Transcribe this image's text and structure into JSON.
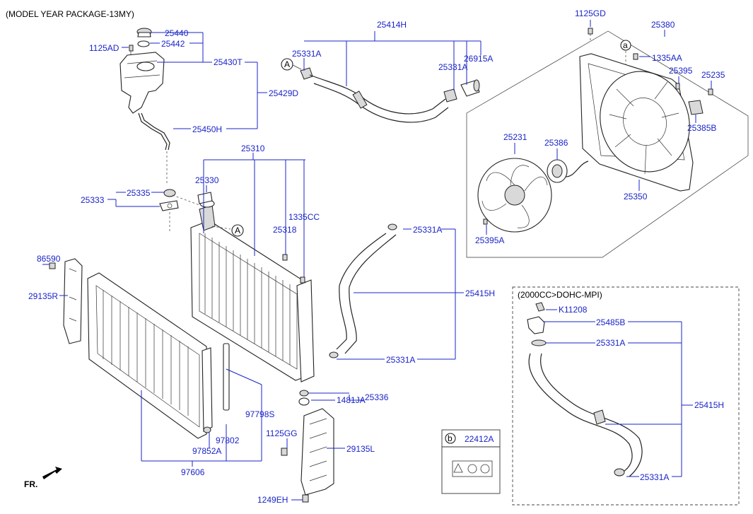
{
  "header": {
    "package_note": "(MODEL YEAR PACKAGE-13MY)",
    "engine_note": "(2000CC>DOHC-MPI)",
    "front_marker": "FR."
  },
  "labels": {
    "l25440": "25440",
    "l25442": "25442",
    "l1125AD": "1125AD",
    "l25430T": "25430T",
    "l25429D": "25429D",
    "l25450H": "25450H",
    "l25414H": "25414H",
    "l25331A_1": "25331A",
    "l26915A": "26915A",
    "l25331A_2": "25331A",
    "l1125GD": "1125GD",
    "l25380": "25380",
    "l1335AA": "1335AA",
    "l25395": "25395",
    "l25235": "25235",
    "l25385B": "25385B",
    "l25231": "25231",
    "l25386": "25386",
    "l25350": "25350",
    "l25395A": "25395A",
    "l25310": "25310",
    "l25330": "25330",
    "l25333": "25333",
    "l25335": "25335",
    "l1335CC": "1335CC",
    "l25318": "25318",
    "l25331A_3": "25331A",
    "l25415H_1": "25415H",
    "l25331A_4": "25331A",
    "l86590": "86590",
    "l29135R": "29135R",
    "l97798S": "97798S",
    "l1481JA": "1481JA",
    "l25336": "25336",
    "l1125GG": "1125GG",
    "l29135L": "29135L",
    "l97802": "97802",
    "l97852A": "97852A",
    "l97606": "97606",
    "l1249EH": "1249EH",
    "lK11208": "K11208",
    "l25485B": "25485B",
    "l25331A_5": "25331A",
    "l25415H_2": "25415H",
    "l25331A_6": "25331A",
    "l22412A": "22412A"
  },
  "callouts": {
    "a": "a",
    "b": "b",
    "A": "A"
  },
  "colors": {
    "label": "#1a24c8",
    "linework": "#222222"
  }
}
